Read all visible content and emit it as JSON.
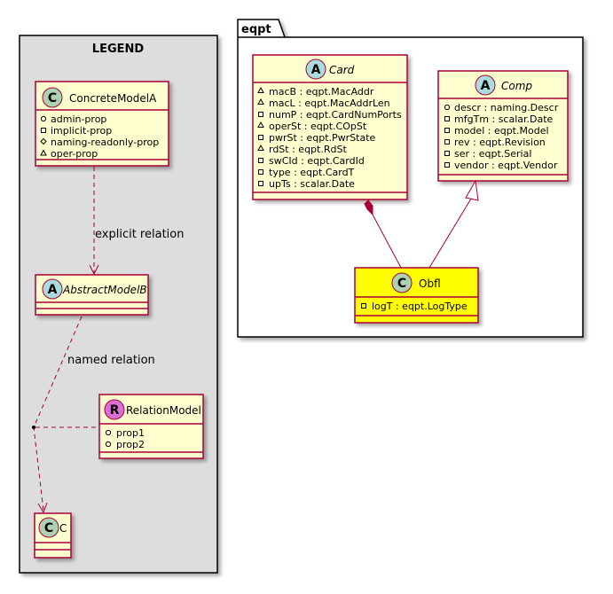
{
  "legend": {
    "title": "LEGEND",
    "concrete": {
      "stereotype": "C",
      "name": "ConcreteModelA",
      "attributes": [
        {
          "vis": "public",
          "text": "admin-prop"
        },
        {
          "vis": "private",
          "text": "implicit-prop"
        },
        {
          "vis": "protected",
          "text": "naming-readonly-prop"
        },
        {
          "vis": "package",
          "text": "oper-prop"
        }
      ]
    },
    "abstract": {
      "stereotype": "A",
      "name": "AbstractModelB"
    },
    "relation": {
      "stereotype": "R",
      "name": "RelationModel",
      "attributes": [
        {
          "vis": "public",
          "text": "prop1"
        },
        {
          "vis": "public",
          "text": "prop2"
        }
      ]
    },
    "c": {
      "stereotype": "C",
      "name": "C"
    },
    "explicit_relation_label": "explicit relation",
    "named_relation_label": "named relation"
  },
  "package": {
    "name": "eqpt",
    "card": {
      "stereotype": "A",
      "name": "Card",
      "attributes": [
        {
          "vis": "package",
          "text": "macB : eqpt.MacAddr"
        },
        {
          "vis": "package",
          "text": "macL : eqpt.MacAddrLen"
        },
        {
          "vis": "private",
          "text": "numP : eqpt.CardNumPorts"
        },
        {
          "vis": "package",
          "text": "operSt : eqpt.COpSt"
        },
        {
          "vis": "private",
          "text": "pwrSt : eqpt.PwrState"
        },
        {
          "vis": "package",
          "text": "rdSt : eqpt.RdSt"
        },
        {
          "vis": "private",
          "text": "swCId : eqpt.CardId"
        },
        {
          "vis": "private",
          "text": "type : eqpt.CardT"
        },
        {
          "vis": "private",
          "text": "upTs : scalar.Date"
        }
      ]
    },
    "comp": {
      "stereotype": "A",
      "name": "Comp",
      "attributes": [
        {
          "vis": "public",
          "text": "descr : naming.Descr"
        },
        {
          "vis": "private",
          "text": "mfgTm : scalar.Date"
        },
        {
          "vis": "private",
          "text": "model : eqpt.Model"
        },
        {
          "vis": "private",
          "text": "rev : eqpt.Revision"
        },
        {
          "vis": "private",
          "text": "ser : eqpt.Serial"
        },
        {
          "vis": "private",
          "text": "vendor : eqpt.Vendor"
        }
      ]
    },
    "obfl": {
      "stereotype": "C",
      "name": "Obfl",
      "attributes": [
        {
          "vis": "private",
          "text": "logT : eqpt.LogType"
        }
      ]
    }
  },
  "colors": {
    "class_fill": "#FEFECE",
    "class_border": "#A80036",
    "highlight_fill": "#FFFF00",
    "legend_fill": "#DDDDDD",
    "concrete_badge": "#ADD1B2",
    "abstract_badge": "#A9DCDF",
    "relation_badge": "#DA70D6"
  }
}
